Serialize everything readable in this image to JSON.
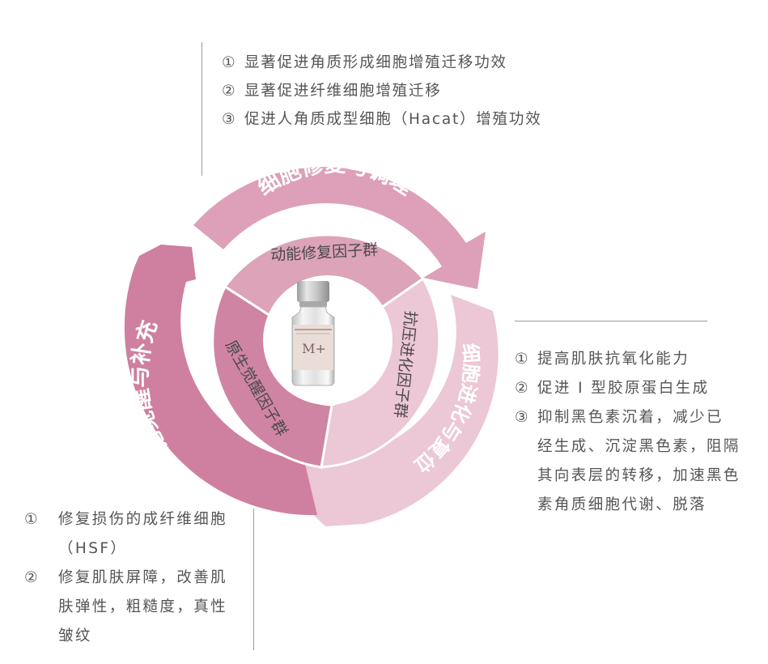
{
  "top_list": [
    {
      "num": "①",
      "text": "显著促进角质形成细胞增殖迁移功效"
    },
    {
      "num": "②",
      "text": "显著促进纤维细胞增殖迁移"
    },
    {
      "num": "③",
      "text": "促进人角质成型细胞（Hacat）增殖功效"
    }
  ],
  "right_list": [
    {
      "num": "①",
      "text": "提高肌肤抗氧化能力"
    },
    {
      "num": "②",
      "text": "促进 I 型胶原蛋白生成"
    },
    {
      "num": "③",
      "text": "抑制黑色素沉着，减少已 经生成、沉淀黑色素，阻隔其向表层的转移，加速黑色素角质细胞代谢、脱落"
    }
  ],
  "left_list": [
    {
      "num": "①",
      "text": "修复损伤的成纤维细胞（HSF）"
    },
    {
      "num": "②",
      "text": "修复肌肤屏障，改善肌肤弹性，粗糙度，真性皱纹"
    }
  ],
  "outer_arcs": {
    "top": "细胞修复与调理",
    "right": "细胞进化与复位",
    "left": "细胞觉醒与补充"
  },
  "inner_segments": {
    "top": "动能修复因子群",
    "right": "抗压进化因子群",
    "left": "原生觉醒因子群"
  },
  "product": {
    "logo": "M+"
  },
  "colors": {
    "top_arc": "#dda0b8",
    "right_arc": "#ecc7d5",
    "left_arc": "#cf7f9f"
  }
}
